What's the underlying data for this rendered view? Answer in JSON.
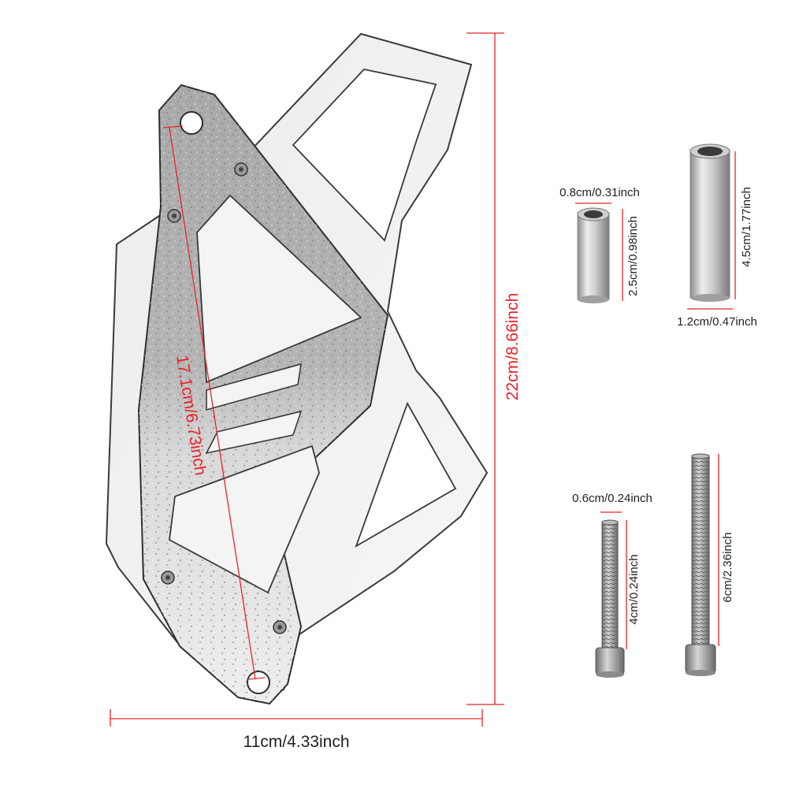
{
  "product": {
    "name": "sprocket-cover-plate",
    "colors": {
      "metal_light": "#e2e2e2",
      "metal_mid": "#b9b9b9",
      "metal_dark": "#6b6b6b",
      "outline": "#3a3a3a",
      "dimension": "#e8232b"
    }
  },
  "dimensions": {
    "overall_height": "22cm/8.66inch",
    "overall_width": "11cm/4.33inch",
    "hole_spacing": "17.1cm/6.73inch"
  },
  "spacers": {
    "short": {
      "diameter": "0.8cm/0.31inch",
      "length": "2.5cm/0.98inch"
    },
    "long": {
      "diameter": "1.2cm/0.47inch",
      "length": "4.5cm/1.77inch"
    }
  },
  "bolts": {
    "short": {
      "diameter": "0.6cm/0.24inch",
      "length": "4cm/0.24inch"
    },
    "long": {
      "length": "6cm/2.36inch"
    }
  }
}
